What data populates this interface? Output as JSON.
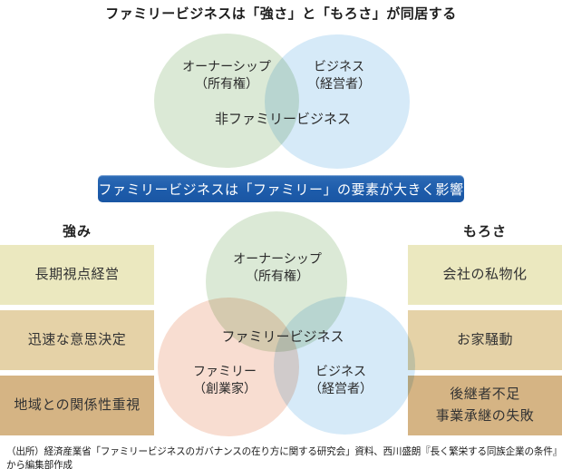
{
  "top": {
    "title": "ファミリービジネスは「強さ」と「もろさ」が同居する",
    "venn": {
      "ownership_circle": "オーナーシップ\n（所有権）",
      "business_circle": "ビジネス\n（経営者）",
      "overlap_label": "非ファミリービジネス"
    }
  },
  "banner": {
    "text": "ファミリービジネスは「ファミリー」の要素が大きく影響",
    "bg_color": "#1d5cab",
    "text_color": "#ffffff"
  },
  "strengths": {
    "header": "強み",
    "items": [
      "長期視点経営",
      "迅速な意思決定",
      "地域との関係性重視"
    ]
  },
  "weaknesses": {
    "header": "もろさ",
    "items": [
      "会社の私物化",
      "お家騒動",
      "後継者不足\n事業承継の失敗"
    ]
  },
  "bottom_venn": {
    "ownership_circle": "オーナーシップ\n（所有権）",
    "center_label": "ファミリービジネス",
    "family_circle": "ファミリー\n（創業家）",
    "business_circle": "ビジネス\n（経営者）"
  },
  "colors": {
    "ownership_circle": "#dbe9d6",
    "business_circle": "#d6eaf8",
    "family_circle": "#f8ddd1",
    "box_row1": "#ebe8bf",
    "box_row2": "#e5d2a7",
    "box_row3": "#d5b484"
  },
  "source": "（出所）経済産業省「ファミリービジネスのガバナンスの在り方に関する研究会」資料、西川盛朗『長く繁栄する同族企業の条件』から編集部作成"
}
